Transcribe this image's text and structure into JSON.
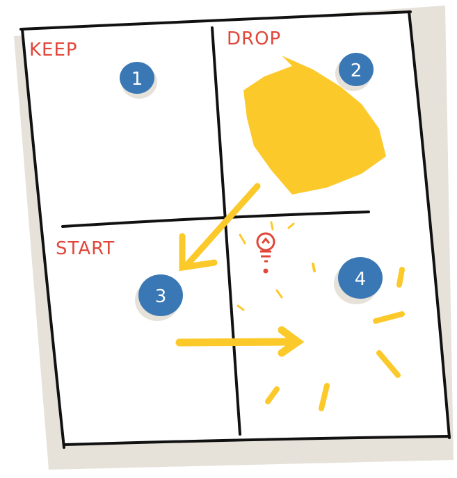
{
  "quadrants": [
    {
      "label": "KEEP",
      "number": "1"
    },
    {
      "label": "DROP",
      "number": "2"
    },
    {
      "label": "START",
      "number": "3"
    },
    {
      "label": "",
      "number": "4"
    }
  ],
  "colors": {
    "label": "#e0473a",
    "badge": "#3a78b5",
    "highlight": "#fcc92b",
    "line": "#111111",
    "shadow": "#e6e2da"
  }
}
